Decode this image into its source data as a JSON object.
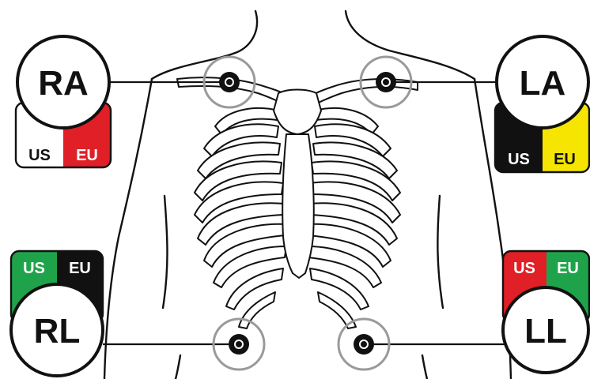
{
  "colors": {
    "outline": "#111111",
    "ring": "#9a9a9a",
    "white": "#ffffff",
    "black": "#111111",
    "red": "#e01f26",
    "yellow": "#f6e500",
    "green": "#1fa34a"
  },
  "electrodes": {
    "ra": {
      "label": "RA",
      "us": "US",
      "eu": "EU",
      "us_color": "white",
      "eu_color": "red"
    },
    "la": {
      "label": "LA",
      "us": "US",
      "eu": "EU",
      "us_color": "black",
      "eu_color": "yellow"
    },
    "rl": {
      "label": "RL",
      "us": "US",
      "eu": "EU",
      "us_color": "green",
      "eu_color": "black"
    },
    "ll": {
      "label": "LL",
      "us": "US",
      "eu": "EU",
      "us_color": "red",
      "eu_color": "green"
    }
  }
}
